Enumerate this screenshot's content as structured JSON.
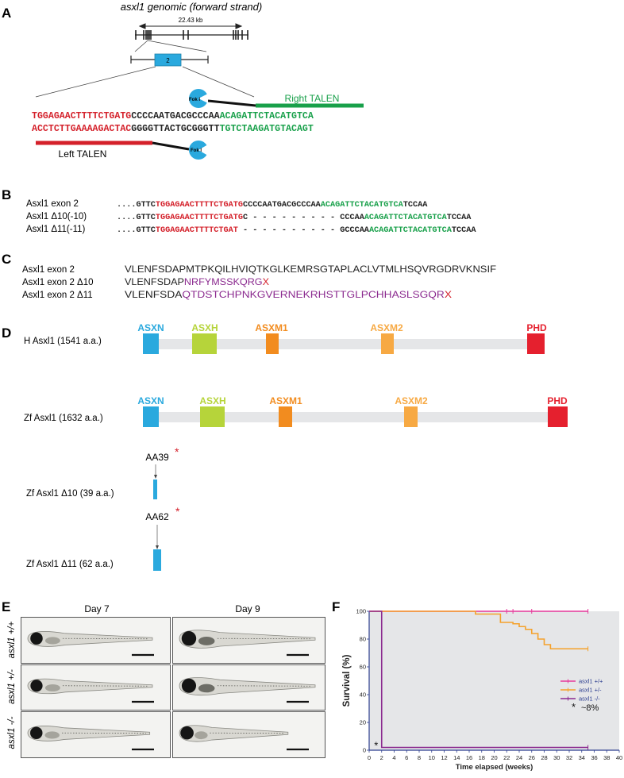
{
  "panels": {
    "a": "A",
    "b": "B",
    "c": "C",
    "d": "D",
    "e": "E",
    "f": "F"
  },
  "panelA": {
    "title": "asxl1 genomic (forward strand)",
    "scale": "22.43 kb",
    "exon_label": "2",
    "fok1": "Fok I",
    "right_talen": "Right TALEN",
    "left_talen": "Left TALEN",
    "top_seq": [
      "TGGAGAACTTTTCTGATG",
      "CCCCAATGACGCCCAA",
      "ACAGATTCTACATGTCA"
    ],
    "bottom_seq": [
      "ACCTCTTGAAAAGACTAC",
      "GGGGTTACTGCGGGTT",
      "TGTCTAAGATGTACAGT"
    ],
    "colors": {
      "red": "#d4202a",
      "green": "#18a04a",
      "blue": "#2aa9de"
    }
  },
  "panelB": {
    "rows": [
      {
        "label": "Asxl1  exon 2",
        "seq": [
          "....GTTC",
          "TGGAGAACTTTTCTGATG",
          "CCCCAATGACGCCCAA",
          "ACAGATTCTACATGTCA",
          "TCCAA"
        ]
      },
      {
        "label": "Asxl1 Δ10(-10)",
        "seq": [
          "....GTTC",
          "TGGAGAACTTTTCTGATG",
          "C - - - - - - - - - CCCAA",
          "ACAGATTCTACATGTCA",
          "TCCAA"
        ]
      },
      {
        "label": "Asxl1 Δ11(-11)",
        "seq": [
          "....GTTC",
          "TGGAGAACTTTTCTGAT",
          " - - - - - - - - - - GCCCAA",
          "ACAGATTCTACATGTCA",
          "TCCAA"
        ]
      }
    ]
  },
  "panelC": {
    "rows": [
      {
        "label": "Asxl1 exon 2",
        "common": "VLENFSDAPMTPKQILHVIQTKGLKEMRSGTAPLACLVTMLHSQVRGDRVKNSIF",
        "mutant": "",
        "stop": ""
      },
      {
        "label": "Asxl1 exon 2 Δ10",
        "common": "VLENFSDAP",
        "mutant": "NRFYMSSKQRG",
        "stop": "X"
      },
      {
        "label": "Asxl1 exon 2 Δ11",
        "common": "VLENFSDA",
        "mutant": "QTDSTCHPNKGVERNEKRHSTTGLPCHHASLSGQR",
        "stop": "X"
      }
    ],
    "mutant_color": "#8b2a8f"
  },
  "panelD": {
    "human_label": "H Asxl1 (1541 a.a.)",
    "zf_label": "Zf Asxl1 (1632 a.a.)",
    "d10_label": "Zf Asxl1 Δ10  (39 a.a.)",
    "d11_label": "Zf Asxl1 Δ11  (62 a.a.)",
    "aa39": "AA39",
    "aa62": "AA62",
    "star": "*",
    "domains": [
      {
        "name": "ASXN",
        "color": "#2aa9de"
      },
      {
        "name": "ASXH",
        "color": "#b6d43a"
      },
      {
        "name": "ASXM1",
        "color": "#f28c1f"
      },
      {
        "name": "ASXM2",
        "color": "#f7a943"
      },
      {
        "name": "PHD",
        "color": "#e5202e"
      }
    ]
  },
  "panelE": {
    "day7": "Day 7",
    "day9": "Day 9",
    "genotypes": [
      "asxl1 +/+",
      "asxl1 +/-",
      "asxl1 -/-"
    ]
  },
  "chart_data": {
    "type": "line",
    "xlabel": "Time elapsed (weeks)",
    "ylabel": "Survival (%)",
    "xlim": [
      0,
      40
    ],
    "ylim": [
      0,
      100
    ],
    "xticks": [
      0,
      2,
      4,
      6,
      8,
      10,
      12,
      14,
      16,
      18,
      20,
      22,
      24,
      26,
      28,
      30,
      32,
      34,
      36,
      38,
      40
    ],
    "yticks": [
      0,
      20,
      40,
      60,
      80,
      100
    ],
    "grid": false,
    "legend": "right",
    "annotation": "* ~8%",
    "series": [
      {
        "name": "asxl1 +/+",
        "color": "#e6399b",
        "x": [
          0,
          35
        ],
        "y": [
          100,
          100
        ],
        "censor_x": [
          22,
          23,
          26,
          35
        ]
      },
      {
        "name": "asxl1 +/-",
        "color": "#f5a12a",
        "x": [
          0,
          17,
          21,
          22,
          23,
          24,
          25,
          26,
          27,
          28,
          29,
          35
        ],
        "y": [
          100,
          98,
          92,
          92,
          91,
          89,
          87,
          84,
          80,
          76,
          73,
          73
        ],
        "censor_x": [
          35
        ]
      },
      {
        "name": "asxl1 -/-",
        "color": "#8b2a8f",
        "x": [
          0,
          2,
          35
        ],
        "y": [
          100,
          2,
          2
        ],
        "censor_x": [
          35
        ]
      }
    ]
  }
}
